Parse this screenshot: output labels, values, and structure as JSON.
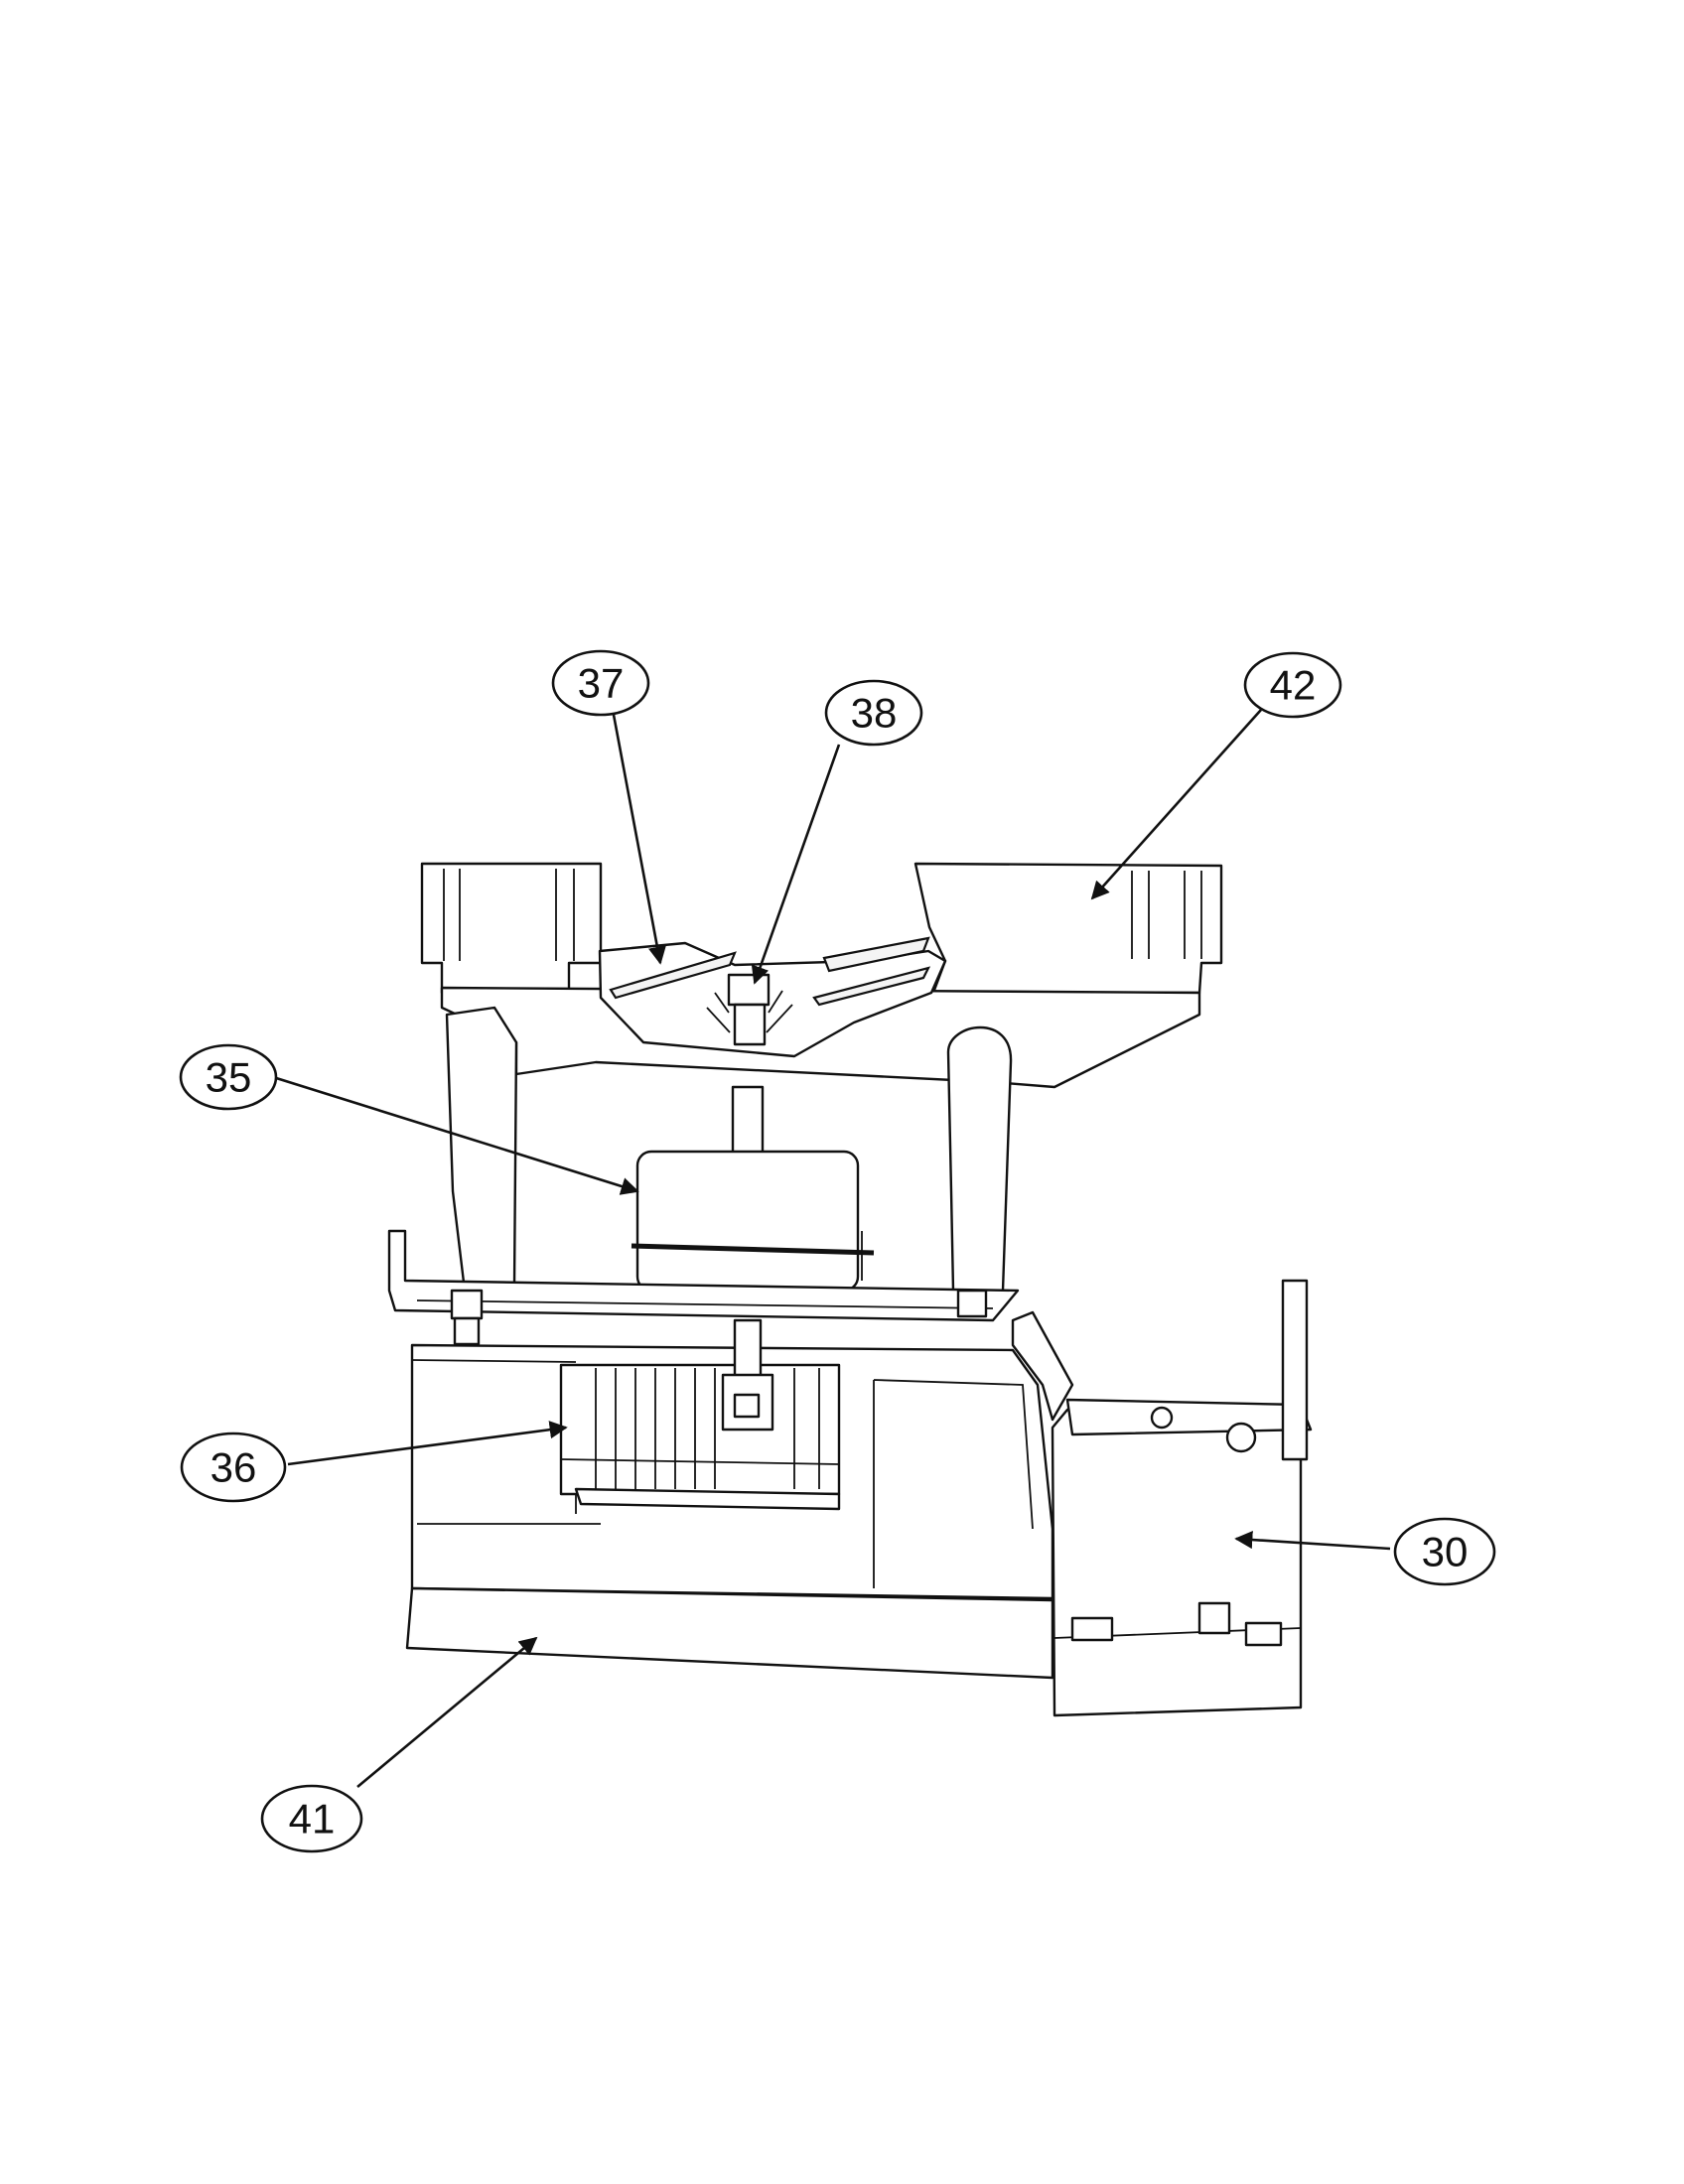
{
  "callouts": [
    {
      "id": "37",
      "label": "37"
    },
    {
      "id": "38",
      "label": "38"
    },
    {
      "id": "42",
      "label": "42"
    },
    {
      "id": "35",
      "label": "35"
    },
    {
      "id": "36",
      "label": "36"
    },
    {
      "id": "30",
      "label": "30"
    },
    {
      "id": "41",
      "label": "41"
    }
  ],
  "colors": {
    "line": "#111111",
    "background": "#ffffff"
  }
}
